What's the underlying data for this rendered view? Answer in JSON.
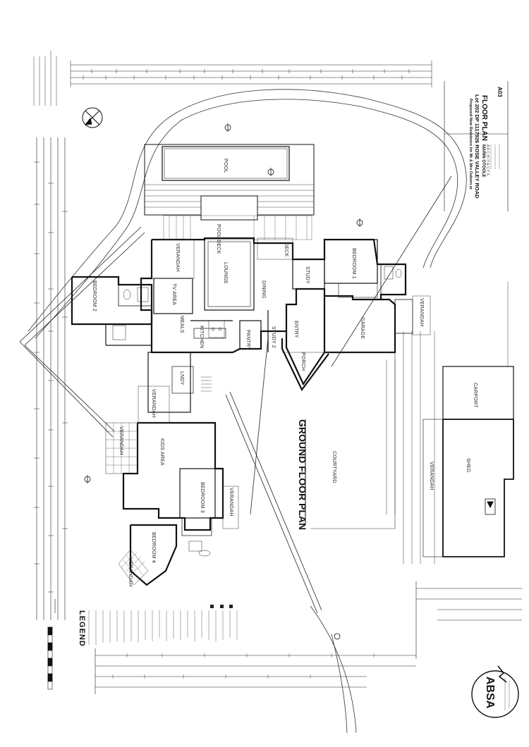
{
  "plan": {
    "title": "GROUND FLOOR PLAN",
    "rooms": {
      "pool": "POOL",
      "pool_deck": "POOL DECK",
      "deck": "DECK",
      "verandah_top": "VERANDAH",
      "lounge": "LOUNGE",
      "tv_area": "TV AREA",
      "bedroom_1": "BEDROOM 1",
      "bedroom_2": "BEDROOM 2",
      "bedroom_3": "BEDROOM 3",
      "bedroom_4": "BEDROOM 4",
      "study": "STUDY",
      "study_2": "STUDY 2",
      "dining": "DINING",
      "meals": "MEALS",
      "kitchen": "KITCHEN",
      "pantry": "PANTRY",
      "entry": "ENTRY",
      "porch": "PORCH",
      "garage": "GARAGE",
      "verandah_right": "VERANDAH",
      "verandah_mid": "VERANDAH",
      "verandah_left": "VERANDAH",
      "verandah_kids": "VERANDAH",
      "verandah_bed4": "VERANDAH",
      "verandah_shed": "VERANDAH",
      "kids_area": "KIDS AREA",
      "laundry": "LNDY",
      "courtyard": "COURTYARD",
      "carport": "CARPORT",
      "shed": "SHED"
    },
    "title_block": {
      "line1": "Proposed New Residence for Mr & Mrs Osborn at",
      "line2": "Lot 202 DP 1117926 ROSE VALLEY ROAD",
      "architect": "MARIN OTOOLE",
      "architect_sub": "A R C H I T E C T S",
      "sheet_title": "FLOOR PLAN",
      "sheet_no": "A03"
    },
    "legend_title": "LEGEND",
    "logo_text": "ABSA"
  }
}
